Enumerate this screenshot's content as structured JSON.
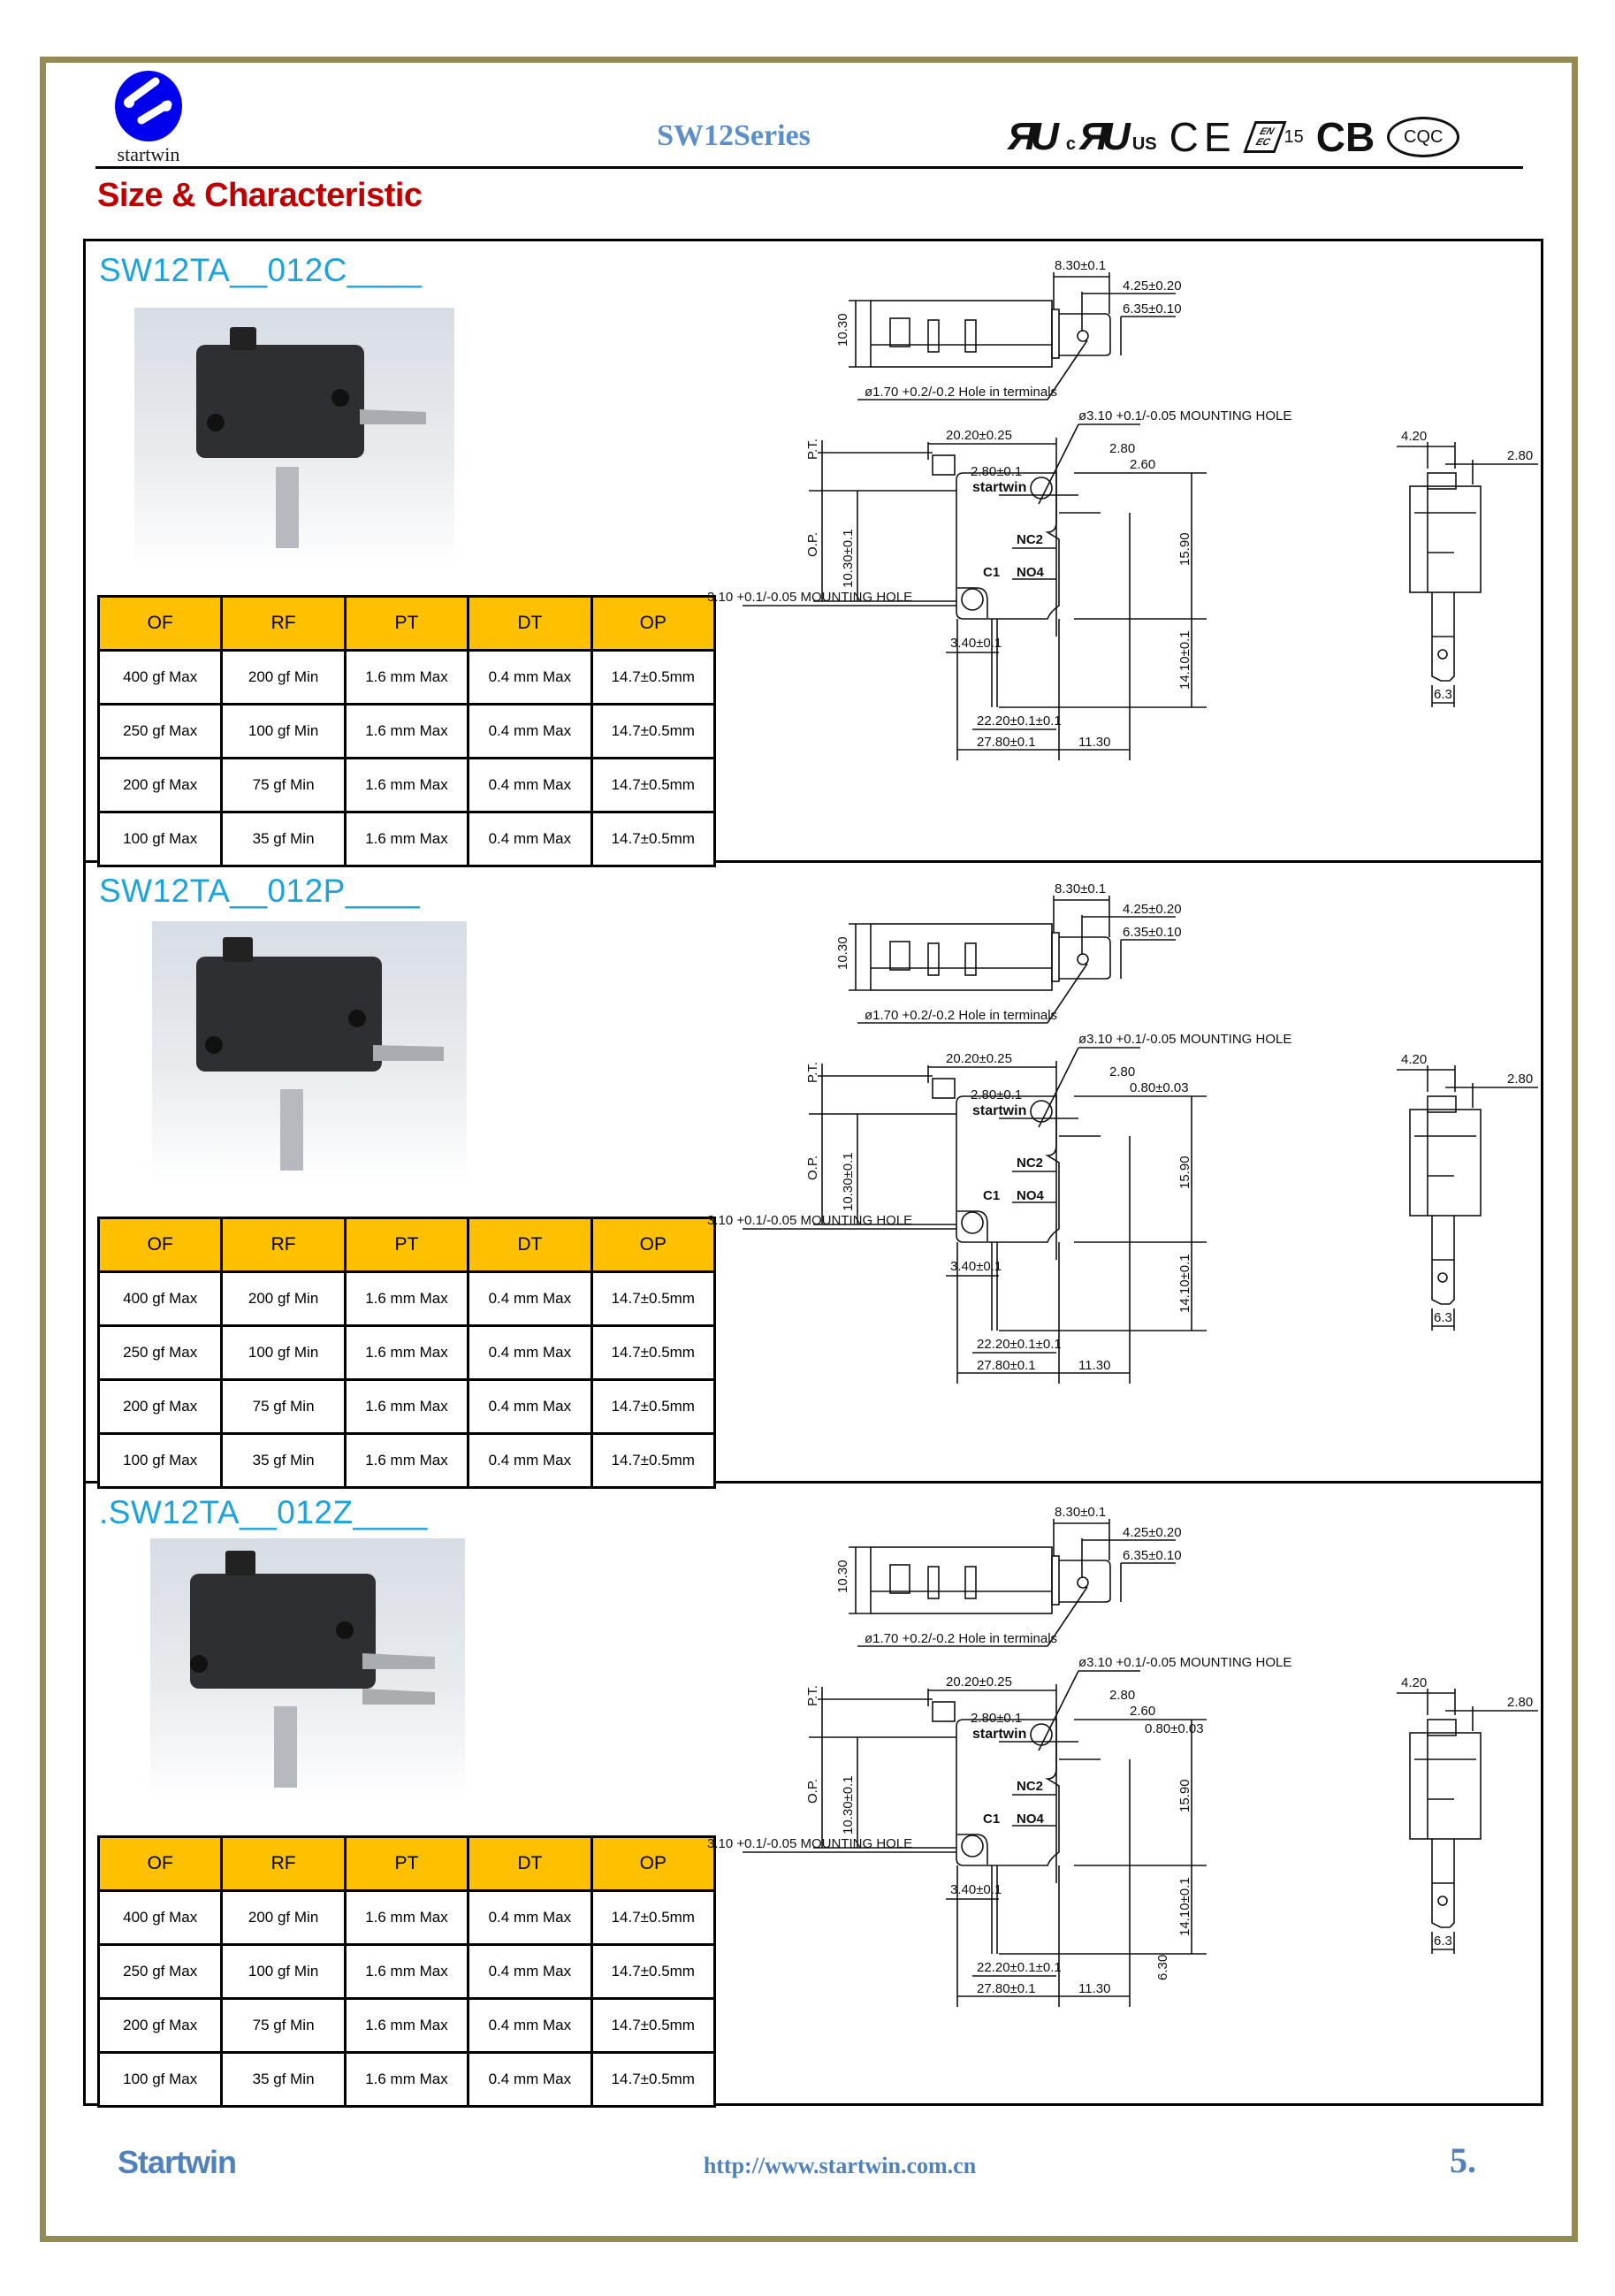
{
  "header": {
    "logo_text": "startwin",
    "series": "SW12Series",
    "certifications": [
      "UL",
      "cULus",
      "CE",
      "ENEC 15",
      "CB",
      "CQC"
    ]
  },
  "page_title": "Size & Characteristic",
  "table_headers": [
    "OF",
    "RF",
    "PT",
    "DT",
    "OP"
  ],
  "sections": [
    {
      "model": "SW12TA__012C____",
      "rows": [
        [
          "400 gf Max",
          "200 gf Min",
          "1.6 mm Max",
          "0.4 mm Max",
          "14.7±0.5mm"
        ],
        [
          "250 gf Max",
          "100 gf Min",
          "1.6 mm Max",
          "0.4 mm Max",
          "14.7±0.5mm"
        ],
        [
          "200 gf Max",
          "75 gf Min",
          "1.6 mm Max",
          "0.4 mm Max",
          "14.7±0.5mm"
        ],
        [
          "100 gf Max",
          "35 gf Min",
          "1.6 mm Max",
          "0.4 mm Max",
          "14.7±0.5mm"
        ]
      ],
      "extra_dims": [
        "2.80",
        "2.60"
      ]
    },
    {
      "model": "SW12TA__012P____",
      "rows": [
        [
          "400 gf Max",
          "200 gf Min",
          "1.6 mm Max",
          "0.4 mm Max",
          "14.7±0.5mm"
        ],
        [
          "250 gf Max",
          "100 gf Min",
          "1.6 mm Max",
          "0.4 mm Max",
          "14.7±0.5mm"
        ],
        [
          "200 gf Max",
          "75 gf Min",
          "1.6 mm Max",
          "0.4 mm Max",
          "14.7±0.5mm"
        ],
        [
          "100 gf Max",
          "35 gf Min",
          "1.6 mm Max",
          "0.4 mm Max",
          "14.7±0.5mm"
        ]
      ],
      "extra_dims": [
        "2.80",
        "0.80±0.03"
      ]
    },
    {
      "model": ".SW12TA__012Z____",
      "rows": [
        [
          "400 gf Max",
          "200 gf Min",
          "1.6 mm Max",
          "0.4 mm Max",
          "14.7±0.5mm"
        ],
        [
          "250 gf Max",
          "100 gf Min",
          "1.6 mm Max",
          "0.4 mm Max",
          "14.7±0.5mm"
        ],
        [
          "200 gf Max",
          "75 gf Min",
          "1.6 mm Max",
          "0.4 mm Max",
          "14.7±0.5mm"
        ],
        [
          "100 gf Max",
          "35 gf Min",
          "1.6 mm Max",
          "0.4 mm Max",
          "14.7±0.5mm"
        ]
      ],
      "extra_dims": [
        "2.80",
        "2.60",
        "0.80±0.03",
        "6.30"
      ]
    }
  ],
  "drawing_labels": {
    "top_width": "8.30±0.1",
    "terminal_hole_pos": "4.25±0.20",
    "terminal_width": "6.35±0.10",
    "top_height": "10.30",
    "terminal_hole": "ø1.70 +0.2/-0.2 Hole in terminals",
    "actuator_pos": "20.20±0.25",
    "mounting_hole_top": "ø3.10 +0.1/-0.05 MOUNTING HOLE",
    "hole_offset": "2.80±0.1",
    "pt": "P.T.",
    "op": "O.P.",
    "op_height": "10.30±0.1",
    "mounting_hole_left": "3.10 +0.1/-0.05 MOUNTING HOLE",
    "hole_edge": "3.40±0.1",
    "body_height": "15.90",
    "terminal_length": "14.10±0.1",
    "hole_spacing": "22.20±0.1±0.1",
    "body_length": "27.80±0.1",
    "terminal_reach": "11.30",
    "brand_mark": "startwin",
    "nc": "NC2",
    "no": "NO4",
    "c": "C1",
    "side_width": "4.20",
    "side_offset": "2.80",
    "side_terminal": "6.3"
  },
  "footer": {
    "brand": "Startwin",
    "url": "http://www.startwin.com.cn",
    "page": "5."
  }
}
